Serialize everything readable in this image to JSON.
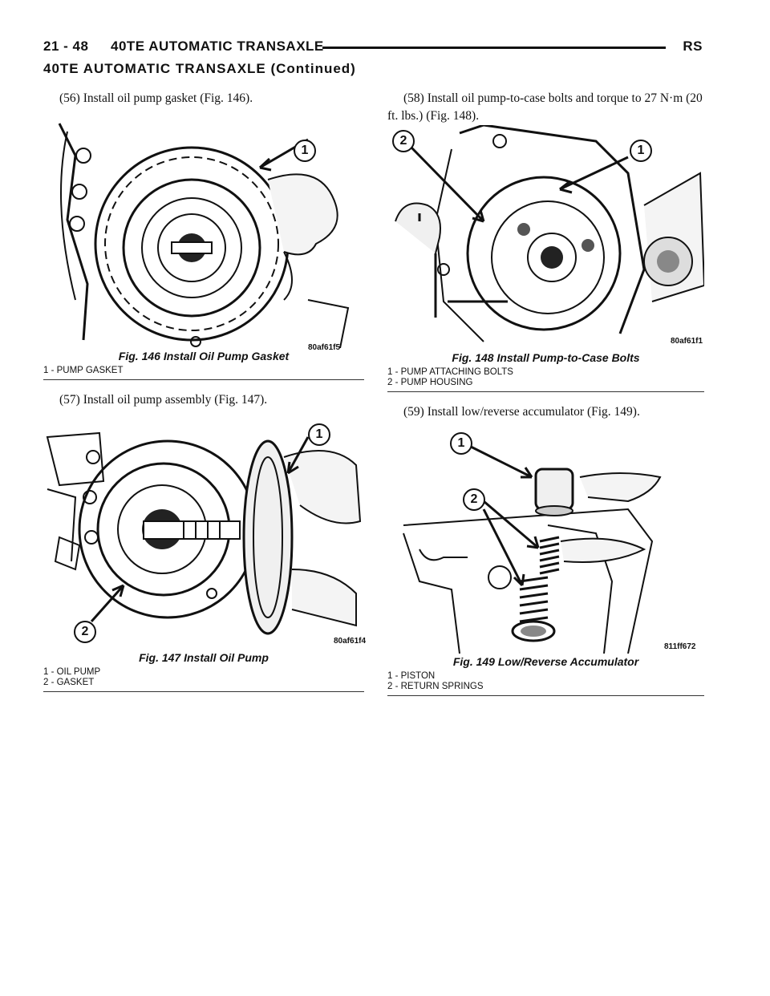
{
  "header": {
    "page_number": "21 - 48",
    "title": "40TE AUTOMATIC TRANSAXLE",
    "code": "RS"
  },
  "section_title": "40TE AUTOMATIC TRANSAXLE (Continued)",
  "left": {
    "step56": "(56) Install oil pump gasket (Fig. 146).",
    "fig146": {
      "code": "80af61f5",
      "caption": "Fig. 146 Install Oil Pump Gasket",
      "legend": [
        "1 - PUMP GASKET"
      ],
      "callouts": [
        "1"
      ]
    },
    "step57": "(57) Install oil pump assembly (Fig. 147).",
    "fig147": {
      "code": "80af61f4",
      "caption": "Fig. 147 Install Oil Pump",
      "legend": [
        "1 - OIL PUMP",
        "2 - GASKET"
      ],
      "callouts": [
        "1",
        "2"
      ]
    }
  },
  "right": {
    "step58": "(58) Install oil pump-to-case bolts and torque to 27 N·m (20 ft. lbs.) (Fig. 148).",
    "fig148": {
      "code": "80af61f1",
      "caption": "Fig. 148 Install Pump-to-Case Bolts",
      "legend": [
        "1 - PUMP ATTACHING BOLTS",
        "2 - PUMP HOUSING"
      ],
      "callouts": [
        "2",
        "1"
      ]
    },
    "step59": "(59) Install low/reverse accumulator (Fig. 149).",
    "fig149": {
      "code": "811ff672",
      "caption": "Fig. 149 Low/Reverse Accumulator",
      "legend": [
        "1 - PISTON",
        "2 - RETURN SPRINGS"
      ],
      "callouts": [
        "1",
        "2"
      ]
    }
  }
}
